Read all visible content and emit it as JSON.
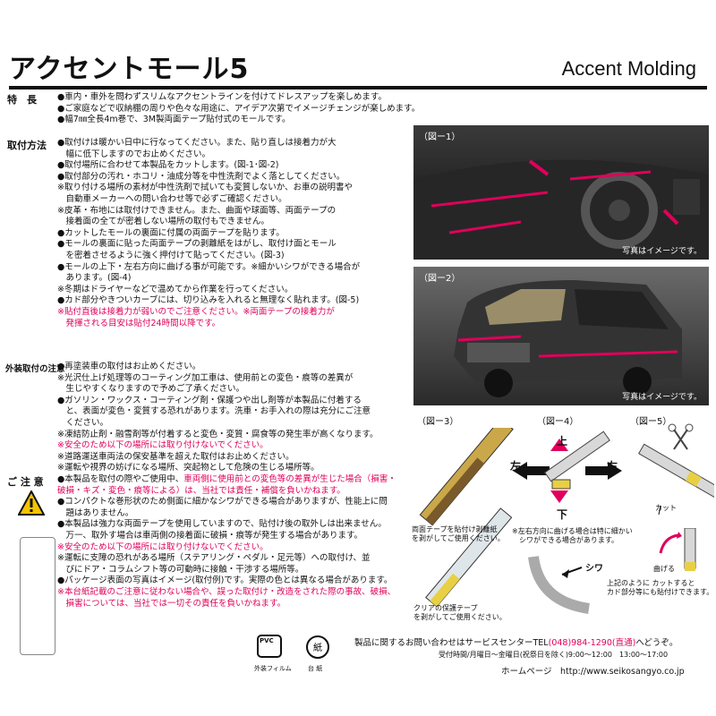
{
  "header": {
    "title_jp": "アクセントモール5",
    "title_en": "Accent Molding"
  },
  "features": {
    "label": "特　長",
    "lines": [
      "●車内・車外を問わずスリムなアクセントラインを付けてドレスアップを楽しめます。",
      "●ご家庭などで収納棚の周りや色々な用途に、アイデア次第でイメージチェンジが楽しめます。",
      "●幅7㎜全長4m巻で、3M製両面テープ貼付式のモールです。"
    ]
  },
  "install": {
    "label": "取付方法",
    "lines": [
      "●取付けは暖かい日中に行なってください。また、貼り直しは接着力が大",
      "　幅に低下しますのでお止めください。",
      "●取付場所に合わせて本製品をカットします。(図-1･図-2)",
      "●取付部分の汚れ・ホコリ・油成分等を中性洗剤でよく落としてください。",
      "※取り付ける場所の素材が中性洗剤で拭いても変質しないか、お車の説明書や",
      "　自動車メーカーへの問い合わせ等で必ずご確認ください。",
      "※皮革・布地には取付けできません。また、曲面や球面等、両面テープの",
      "　接着面の全てが密着しない場所の取付もできません。",
      "●カットしたモールの裏面に付属の両面テープを貼ります。",
      "●モールの裏面に貼った両面テープの剥離紙をはがし、取付け面とモール",
      "　を密着させるように強く押付けて貼ってください。(図-3)",
      "●モールの上下・左右方向に曲げる事が可能です。※細かいシワができる場合が",
      "　あります。(図-4)",
      "※冬期はドライヤーなどで温めてから作業を行ってください。",
      "●カド部分やきついカーブには、切り込みを入れると無理なく貼れます。(図-5)"
    ],
    "red_lines": [
      "※貼付直後は接着力が弱いのでご注意ください。※両面テープの接着力が",
      "　発揮される目安は貼付24時間以降です。"
    ]
  },
  "exterior": {
    "label": "外装取付の注意",
    "lines": [
      "●再塗装車の取付はお止めください。",
      "※光沢仕上げ処理等のコーティング加工車は、使用前との変色・痕等の差異が",
      "　生じやすくなりますので予めご了承ください。",
      "●ガソリン・ワックス・コーティング剤・保護つや出し剤等が本製品に付着する",
      "　と、表面が変色・変質する恐れがあります。洗車・お手入れの際は充分にご注意",
      "　ください。",
      "※凍結防止剤・融雪剤等が付着すると変色・変質・腐食等の発生率が高くなります。"
    ],
    "red": "※安全のため以下の場所には取り付けないでください。",
    "lines2": [
      "※道路運送車両法の保安基準を超えた取付はお止めください。",
      "※運転や視界の妨げになる場所、突起物として危険の生じる場所等。"
    ]
  },
  "caution": {
    "label": "ご 注 意",
    "l1a": "●本製品を取付の際やご使用中、",
    "l1b": "車両側に使用前との変色等の差異が生じた場合（損害・",
    "l2": "破損・キズ・変色・痕等による）は、当社では責任・補償を負いかねます。",
    "lines": [
      "●コンパクトな巻形状のため側面に細かなシワができる場合がありますが、性能上に問",
      "　題はありません。",
      "●本製品は強力な両面テープを使用していますので、貼付け後の取外しは出来ません。",
      "　万一、取外す場合は車両側の接着面に破損・痕等が発生する場合があります。"
    ],
    "red": "※安全のため以下の場所には取り付けないでください。",
    "lines2": [
      "※運転に支障の恐れがある場所（ステアリング・ペダル・足元等）への取付け、並",
      "　びにドア・コラムシフト等の可動時に接触・干渉する場所等。",
      "●パッケージ表面の写真はイメージ(取付例)です。実際の色とは異なる場合があります。"
    ],
    "red2": [
      "※本台紙記載のご注意に従わない場合や、誤った取付け・改造をされた際の事故、破損、",
      "　損害については、当社では一切その責任を負いかねます。"
    ]
  },
  "fig1": {
    "caption": "（図ー1）",
    "note": "写真はイメージです。"
  },
  "fig2": {
    "caption": "（図ー2）",
    "note": "写真はイメージです。"
  },
  "fig3": {
    "caption": "（図ー3）",
    "text1a": "両面テープを貼付け剥離紙",
    "text1b": "を剥がしてご使用ください。",
    "text2a": "クリアの保護テープ",
    "text2b": "を剥がしてご使用ください。"
  },
  "fig4": {
    "caption": "（図ー4）",
    "up": "上",
    "down": "下",
    "left": "左",
    "right": "右",
    "wrinkle": "シワ",
    "note_a": "※左右方向に曲げる場合は特に細かい",
    "note_b": "　シワができる場合があります。"
  },
  "fig5": {
    "caption": "（図ー5）",
    "cut": "カット",
    "bend": "曲げる",
    "note_a": "上記のように カットすると",
    "note_b": "カド部分等にも貼付けできます。"
  },
  "marks": {
    "pvc_top": "PVC",
    "pvc_bottom": "外装フィルム",
    "paper_bottom": "台 紙"
  },
  "footer": {
    "l1a": "製品に関するお問い合わせはサービスセンターTEL",
    "l1b": "(048)984-1290(直通)",
    "l1c": "へどうぞ。",
    "l2": "受付時間/月曜日〜金曜日(祝祭日を除く)9:00〜12:00　13:00〜17:00",
    "l3": "ホームページ　http://www.seikosangyo.co.jp"
  },
  "colors": {
    "accent": "#e0005a"
  }
}
